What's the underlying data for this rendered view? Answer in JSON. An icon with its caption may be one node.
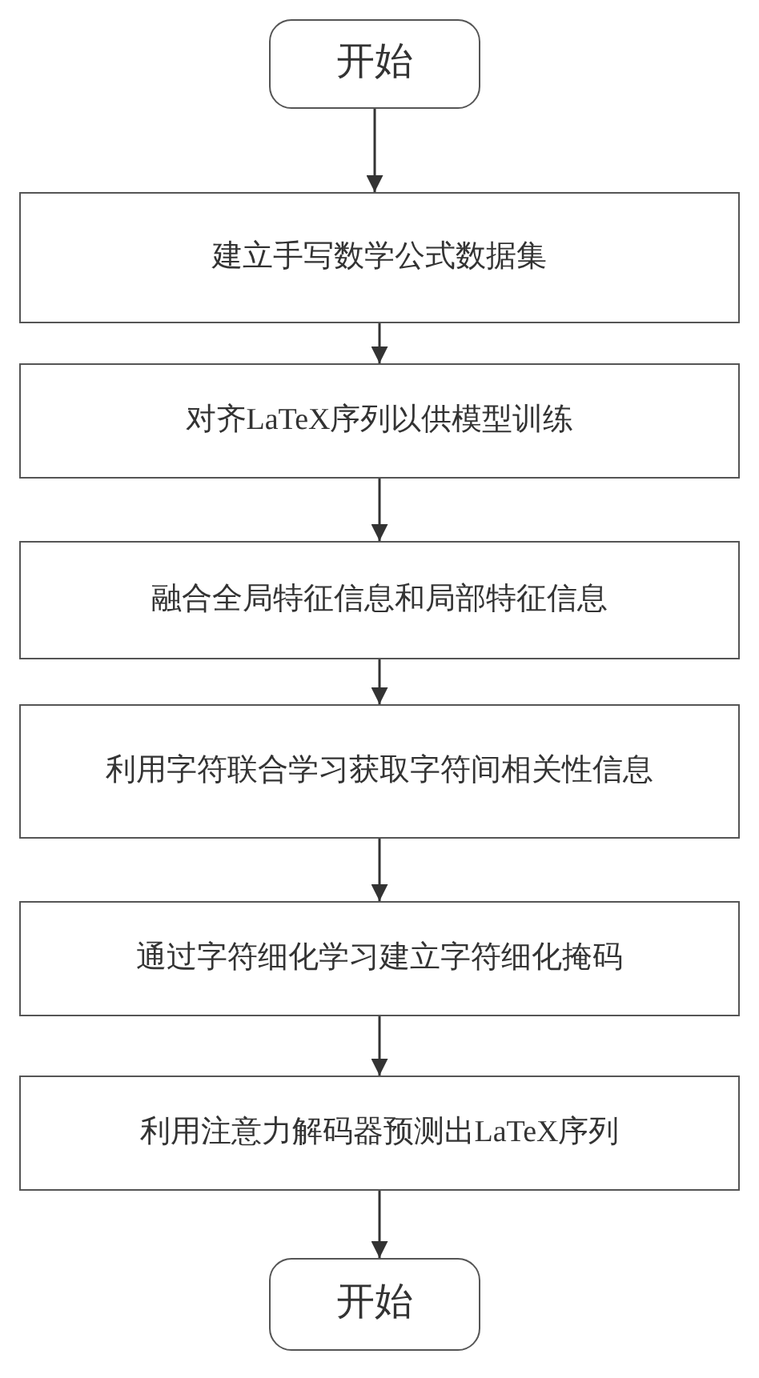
{
  "diagram": {
    "nodes": [
      {
        "text": [
          "开始"
        ]
      },
      {
        "text": [
          "建立手写数学公式数据集"
        ]
      },
      {
        "text": [
          "对齐LaTeX序列以供模型训练"
        ]
      },
      {
        "text": [
          "融合全局特征信息和局部特征信息"
        ]
      },
      {
        "text": [
          "利用字符联合学习获取字符间相关性信息"
        ]
      },
      {
        "text": [
          "通过字符细化学习建立字符细化掩码"
        ]
      },
      {
        "text": [
          "利用注意力解码器预测出LaTeX序列"
        ]
      },
      {
        "text": [
          "开始"
        ]
      }
    ],
    "edges": [
      {
        "from": 0,
        "to": 1,
        "arrow": "to"
      },
      {
        "from": 1,
        "to": 2,
        "arrow": "to"
      },
      {
        "from": 2,
        "to": 3,
        "arrow": "to"
      },
      {
        "from": 3,
        "to": 4,
        "arrow": "to"
      },
      {
        "from": 4,
        "to": 5,
        "arrow": "to"
      },
      {
        "from": 5,
        "to": 6,
        "arrow": "to"
      },
      {
        "from": 6,
        "to": 7,
        "arrow": "to"
      }
    ]
  }
}
